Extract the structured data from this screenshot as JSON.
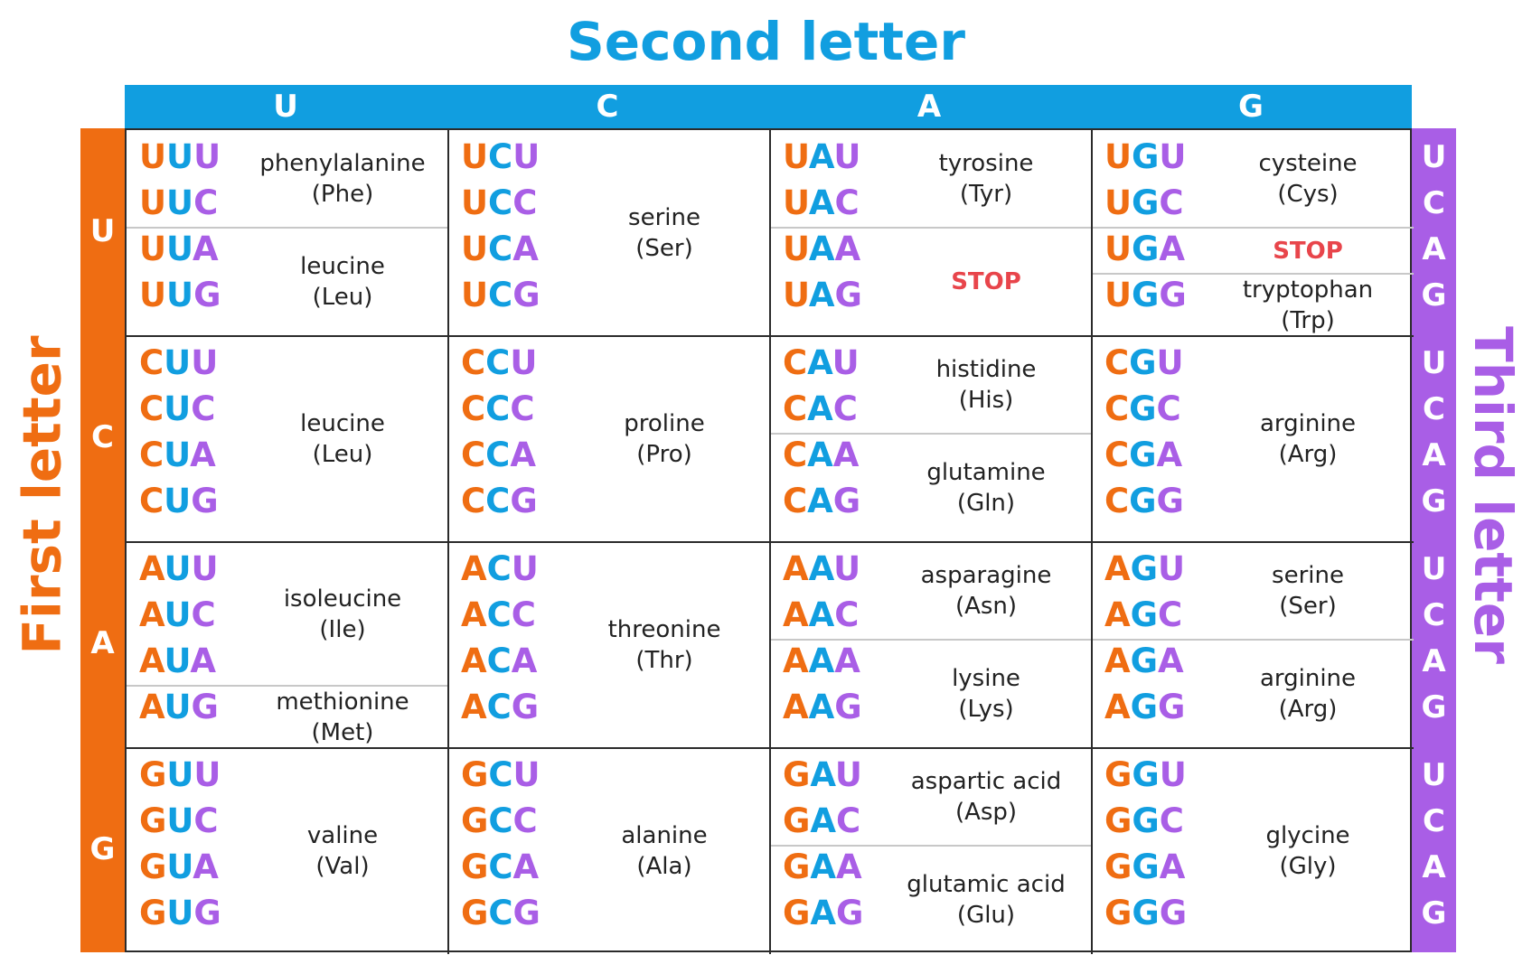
{
  "titles": {
    "second": "Second letter",
    "first": "First letter",
    "third": "Third letter"
  },
  "bases": [
    "U",
    "C",
    "A",
    "G"
  ],
  "third_labels": [
    "U",
    "C",
    "A",
    "G",
    "U",
    "C",
    "A",
    "G",
    "U",
    "C",
    "A",
    "G",
    "U",
    "C",
    "A",
    "G"
  ],
  "colors": {
    "first_base": "#ef6d12",
    "second_base": "#119ee0",
    "third_base": "#a95ee6",
    "stop": "#e8454b"
  },
  "cells": [
    {
      "codons": [
        "UUU",
        "UUC",
        "UUA",
        "UUG"
      ],
      "groups": [
        {
          "codons": 2,
          "name": "phenylalanine",
          "abbr": "(Phe)"
        },
        {
          "codons": 2,
          "name": "leucine",
          "abbr": "(Leu)"
        }
      ]
    },
    {
      "codons": [
        "UCU",
        "UCC",
        "UCA",
        "UCG"
      ],
      "groups": [
        {
          "codons": 4,
          "name": "serine",
          "abbr": "(Ser)"
        }
      ]
    },
    {
      "codons": [
        "UAU",
        "UAC",
        "UAA",
        "UAG"
      ],
      "groups": [
        {
          "codons": 2,
          "name": "tyrosine",
          "abbr": "(Tyr)"
        },
        {
          "codons": 2,
          "stop": "STOP"
        }
      ]
    },
    {
      "codons": [
        "UGU",
        "UGC",
        "UGA",
        "UGG"
      ],
      "groups": [
        {
          "codons": 2,
          "name": "cysteine",
          "abbr": "(Cys)"
        },
        {
          "codons": 1,
          "stop": "STOP"
        },
        {
          "codons": 1,
          "name": "tryptophan",
          "abbr": "(Trp)"
        }
      ]
    },
    {
      "codons": [
        "CUU",
        "CUC",
        "CUA",
        "CUG"
      ],
      "groups": [
        {
          "codons": 4,
          "name": "leucine",
          "abbr": "(Leu)"
        }
      ]
    },
    {
      "codons": [
        "CCU",
        "CCC",
        "CCA",
        "CCG"
      ],
      "groups": [
        {
          "codons": 4,
          "name": "proline",
          "abbr": "(Pro)"
        }
      ]
    },
    {
      "codons": [
        "CAU",
        "CAC",
        "CAA",
        "CAG"
      ],
      "groups": [
        {
          "codons": 2,
          "name": "histidine",
          "abbr": "(His)"
        },
        {
          "codons": 2,
          "name": "glutamine",
          "abbr": "(Gln)"
        }
      ]
    },
    {
      "codons": [
        "CGU",
        "CGC",
        "CGA",
        "CGG"
      ],
      "groups": [
        {
          "codons": 4,
          "name": "arginine",
          "abbr": "(Arg)"
        }
      ]
    },
    {
      "codons": [
        "AUU",
        "AUC",
        "AUA",
        "AUG"
      ],
      "groups": [
        {
          "codons": 3,
          "name": "isoleucine",
          "abbr": "(Ile)"
        },
        {
          "codons": 1,
          "name": "methionine",
          "abbr": "(Met)"
        }
      ]
    },
    {
      "codons": [
        "ACU",
        "ACC",
        "ACA",
        "ACG"
      ],
      "groups": [
        {
          "codons": 4,
          "name": "threonine",
          "abbr": "(Thr)"
        }
      ]
    },
    {
      "codons": [
        "AAU",
        "AAC",
        "AAA",
        "AAG"
      ],
      "groups": [
        {
          "codons": 2,
          "name": "asparagine",
          "abbr": "(Asn)"
        },
        {
          "codons": 2,
          "name": "lysine",
          "abbr": "(Lys)"
        }
      ]
    },
    {
      "codons": [
        "AGU",
        "AGC",
        "AGA",
        "AGG"
      ],
      "groups": [
        {
          "codons": 2,
          "name": "serine",
          "abbr": "(Ser)"
        },
        {
          "codons": 2,
          "name": "arginine",
          "abbr": "(Arg)"
        }
      ]
    },
    {
      "codons": [
        "GUU",
        "GUC",
        "GUA",
        "GUG"
      ],
      "groups": [
        {
          "codons": 4,
          "name": "valine",
          "abbr": "(Val)"
        }
      ]
    },
    {
      "codons": [
        "GCU",
        "GCC",
        "GCA",
        "GCG"
      ],
      "groups": [
        {
          "codons": 4,
          "name": "alanine",
          "abbr": "(Ala)"
        }
      ]
    },
    {
      "codons": [
        "GAU",
        "GAC",
        "GAA",
        "GAG"
      ],
      "groups": [
        {
          "codons": 2,
          "name": "aspartic acid",
          "abbr": "(Asp)"
        },
        {
          "codons": 2,
          "name": "glutamic acid",
          "abbr": "(Glu)"
        }
      ]
    },
    {
      "codons": [
        "GGU",
        "GGC",
        "GGA",
        "GGG"
      ],
      "groups": [
        {
          "codons": 4,
          "name": "glycine",
          "abbr": "(Gly)"
        }
      ]
    }
  ]
}
